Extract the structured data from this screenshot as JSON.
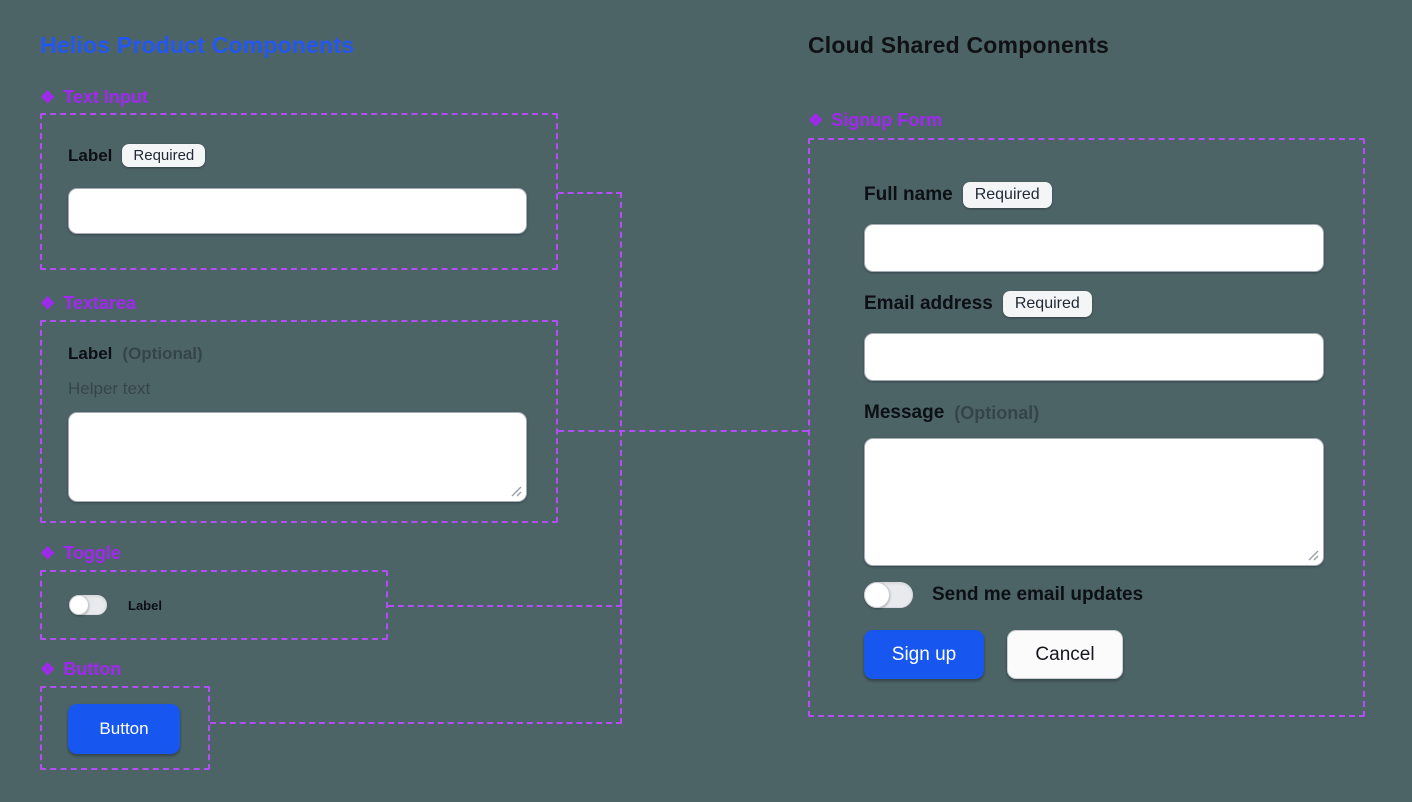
{
  "colors": {
    "background": "#4D6467",
    "accent_purple_text": "#A128F0",
    "accent_purple_dash": "#B34DF6",
    "title_blue": "#2457F2",
    "button_blue": "#1757F0",
    "badge_background": "#F4F5F6",
    "field_background": "#FFFFFF"
  },
  "icons": {
    "component_glyph": "❖"
  },
  "left_panel": {
    "title": "Helios Product Components",
    "text_input": {
      "section_title": "Text Input",
      "label": "Label",
      "badge": "Required",
      "input_value": "",
      "input_placeholder": ""
    },
    "textarea": {
      "section_title": "Textarea",
      "label": "Label",
      "optional": "(Optional)",
      "helper": "Helper text",
      "textarea_value": ""
    },
    "toggle": {
      "section_title": "Toggle",
      "label": "Label",
      "state": "off"
    },
    "button": {
      "section_title": "Button",
      "label": "Button"
    }
  },
  "right_panel": {
    "title": "Cloud Shared Components",
    "signup": {
      "section_title": "Signup Form",
      "full_name": {
        "label": "Full name",
        "badge": "Required",
        "value": ""
      },
      "email": {
        "label": "Email address",
        "badge": "Required",
        "value": ""
      },
      "message": {
        "label": "Message",
        "optional": "(Optional)",
        "value": ""
      },
      "toggle_label": "Send me email updates",
      "toggle_state": "off",
      "submit_label": "Sign up",
      "cancel_label": "Cancel"
    }
  }
}
